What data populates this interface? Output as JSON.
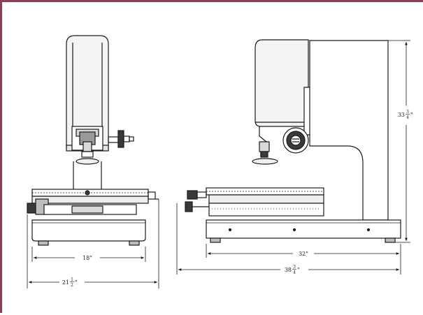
{
  "colors": {
    "frame": "#9a3a52",
    "line": "#1a1a1a",
    "shade": "#d9d9d9",
    "dark": "#3a3a3a"
  },
  "dimensions": {
    "base_depth": "18\"",
    "overall_width": {
      "whole": "21",
      "num": "1",
      "den": "2",
      "unit": "\""
    },
    "height": {
      "whole": "33",
      "num": "3",
      "den": "4",
      "unit": "\""
    },
    "base_length": "32\"",
    "overall_length": {
      "whole": "38",
      "num": "3",
      "den": "4",
      "unit": "\""
    }
  }
}
